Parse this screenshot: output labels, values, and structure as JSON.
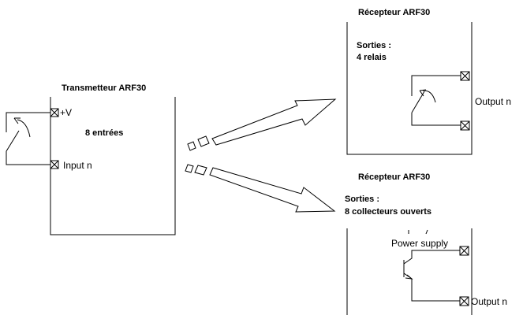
{
  "transmitter": {
    "title": "Transmetteur ARF30",
    "inputs_label": "8 entrées",
    "plus_v_label": "+V",
    "input_label": "Input n"
  },
  "receiver_relays": {
    "title": "Récepteur ARF30",
    "outputs_title": "Sorties :",
    "outputs_type": "4 relais",
    "output_label": "Output n"
  },
  "receiver_collectors": {
    "title": "Récepteur ARF30",
    "outputs_title": "Sorties :",
    "outputs_type": "8 collecteurs ouverts",
    "power_label": "Power supply",
    "output_label": "Output n"
  }
}
